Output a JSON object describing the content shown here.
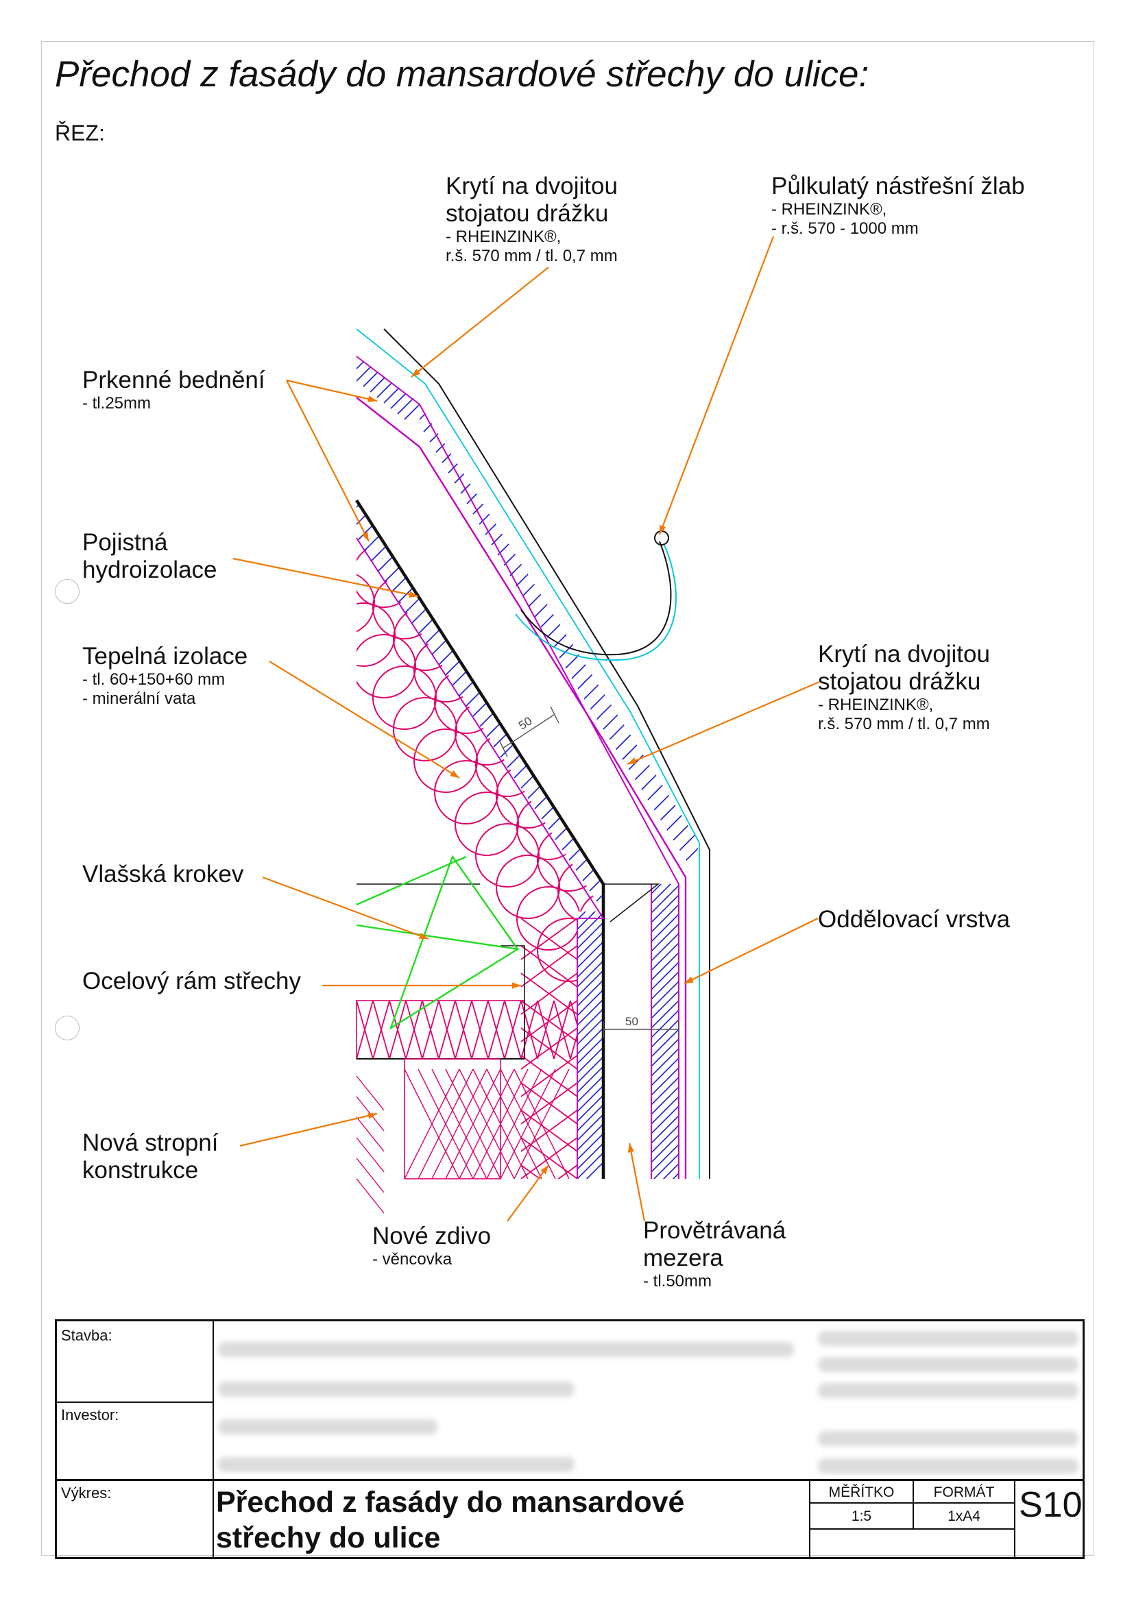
{
  "title": "Přechod z fasády do mansardové střechy do ulice:",
  "section_label": "ŘEZ:",
  "labels": {
    "roof_cover_top": {
      "main": [
        "Krytí na dvojitou",
        "stojatou drážku"
      ],
      "sub": [
        "- RHEINZINK®,",
        "r.š. 570 mm / tl. 0,7 mm"
      ]
    },
    "gutter": {
      "main": [
        "Půlkulatý nástřešní žlab"
      ],
      "sub": [
        "- RHEINZINK®,",
        "- r.š. 570 - 1000 mm"
      ]
    },
    "boarding": {
      "main": [
        "Prkenné bednění"
      ],
      "sub": [
        "- tl.25mm"
      ]
    },
    "hydro": {
      "main": [
        "Pojistná",
        "hydroizolace"
      ],
      "sub": []
    },
    "insulation": {
      "main": [
        "Tepelná izolace"
      ],
      "sub": [
        "- tl. 60+150+60 mm",
        "- minerální vata"
      ]
    },
    "roof_cover_facade": {
      "main": [
        "Krytí na dvojitou",
        "stojatou drážku"
      ],
      "sub": [
        "- RHEINZINK®,",
        "r.š. 570 mm / tl. 0,7 mm"
      ]
    },
    "rafter": {
      "main": [
        "Vlašská krokev"
      ],
      "sub": []
    },
    "separation": {
      "main": [
        "Oddělovací vrstva"
      ],
      "sub": []
    },
    "steel_frame": {
      "main": [
        "Ocelový rám střechy"
      ],
      "sub": []
    },
    "ceiling": {
      "main": [
        "Nová stropní",
        "konstrukce"
      ],
      "sub": []
    },
    "masonry": {
      "main": [
        "Nové zdivo"
      ],
      "sub": [
        "- věncovka"
      ]
    },
    "ventilated": {
      "main": [
        "Provětrávaná",
        "mezera"
      ],
      "sub": [
        "- tl.50mm"
      ]
    }
  },
  "dimensions": {
    "gap_roof": "50",
    "gap_facade": "50"
  },
  "title_block": {
    "stavba_label": "Stavba:",
    "investor_label": "Investor:",
    "vykres_label": "Výkres:",
    "drawing_title": [
      "Přechod z fasády do mansardové",
      "střechy do ulice"
    ],
    "scale_label": "MĚŘÍTKO",
    "scale_value": "1:5",
    "format_label": "FORMÁT",
    "format_value": "1xA4",
    "sheet_number": "S10"
  },
  "colors": {
    "insulation": "#e0006a",
    "boarding": "#1a1ad0",
    "membrane": "#c000c0",
    "zinc": "#00c8e0",
    "steel": "#22dd22",
    "leader": "#f07800",
    "ink": "#111111"
  }
}
